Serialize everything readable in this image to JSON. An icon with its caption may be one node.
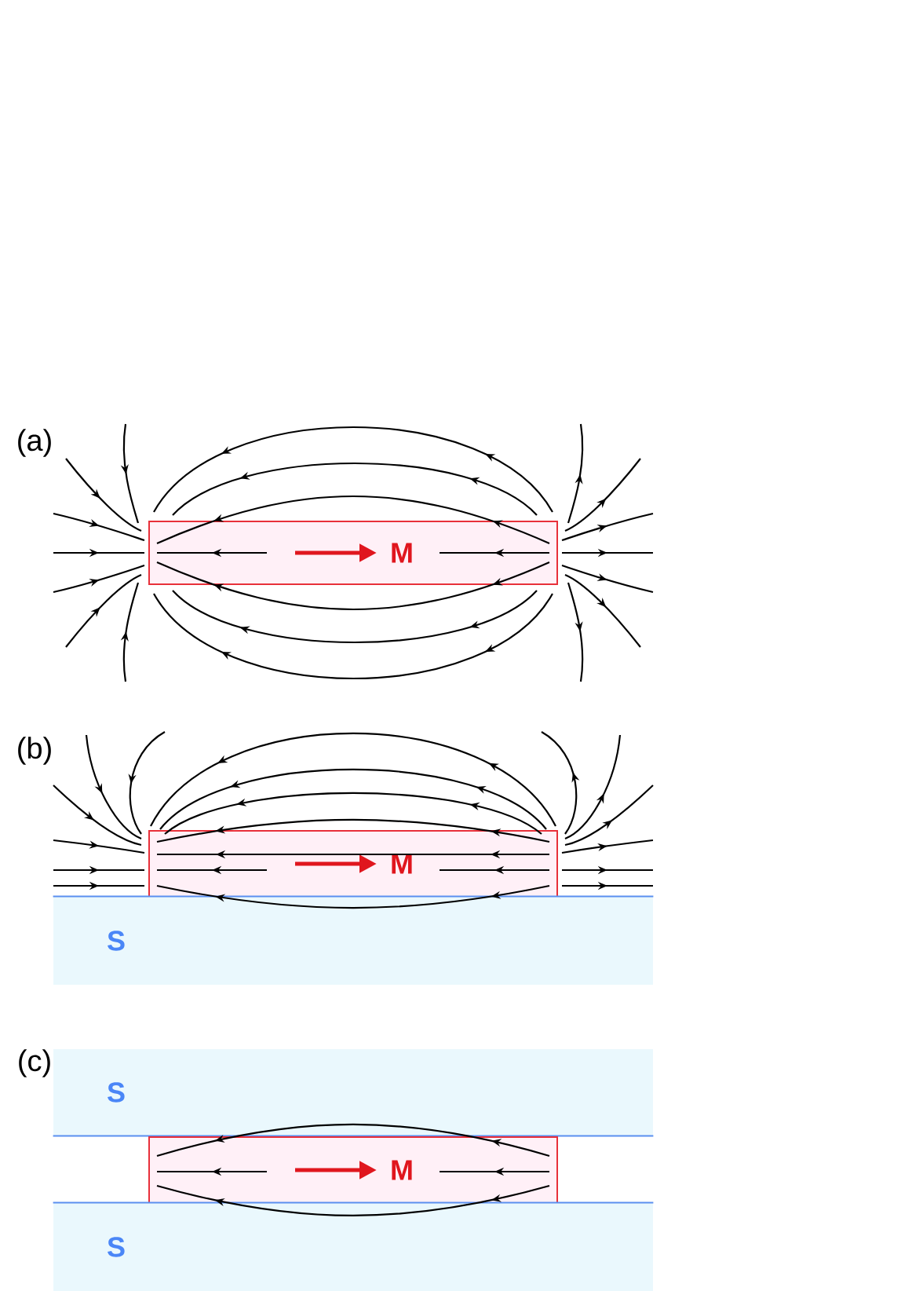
{
  "diagram": {
    "nodes": [
      {
        "text": [
          "M"
        ]
      },
      {
        "text": [
          "M"
        ]
      },
      {
        "text": [
          "S"
        ]
      },
      {
        "text": [
          "S"
        ]
      },
      {
        "text": [
          "M"
        ]
      },
      {
        "text": [
          "S"
        ]
      }
    ],
    "labels": [
      "(a)",
      "(b)",
      "(c)"
    ]
  }
}
